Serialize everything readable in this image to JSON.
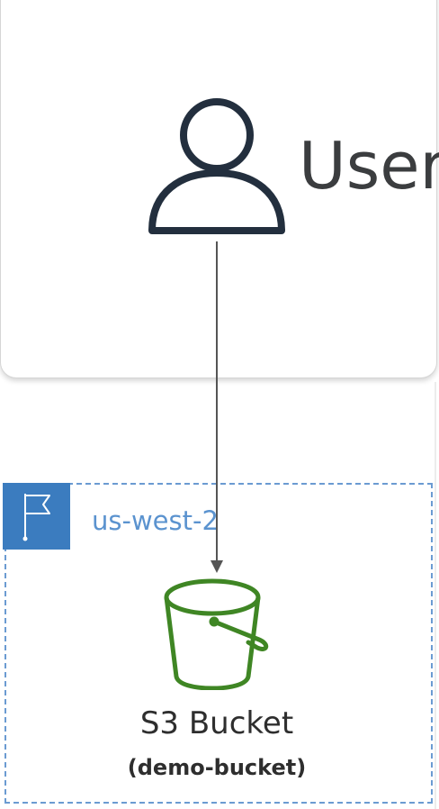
{
  "user": {
    "label": "User",
    "icon": "user-icon"
  },
  "region": {
    "label": "us-west-2",
    "icon": "flag-icon"
  },
  "bucket": {
    "title": "S3 Bucket",
    "subtitle": "(demo-bucket)",
    "icon": "s3-bucket-icon"
  },
  "colors": {
    "user_icon": "#232f3e",
    "user_text": "#3b3d3f",
    "region_border": "#6b9bd2",
    "region_flag_bg": "#3b7cbf",
    "region_text": "#5b93cf",
    "bucket_icon": "#3f8624",
    "arrow": "#555555"
  }
}
